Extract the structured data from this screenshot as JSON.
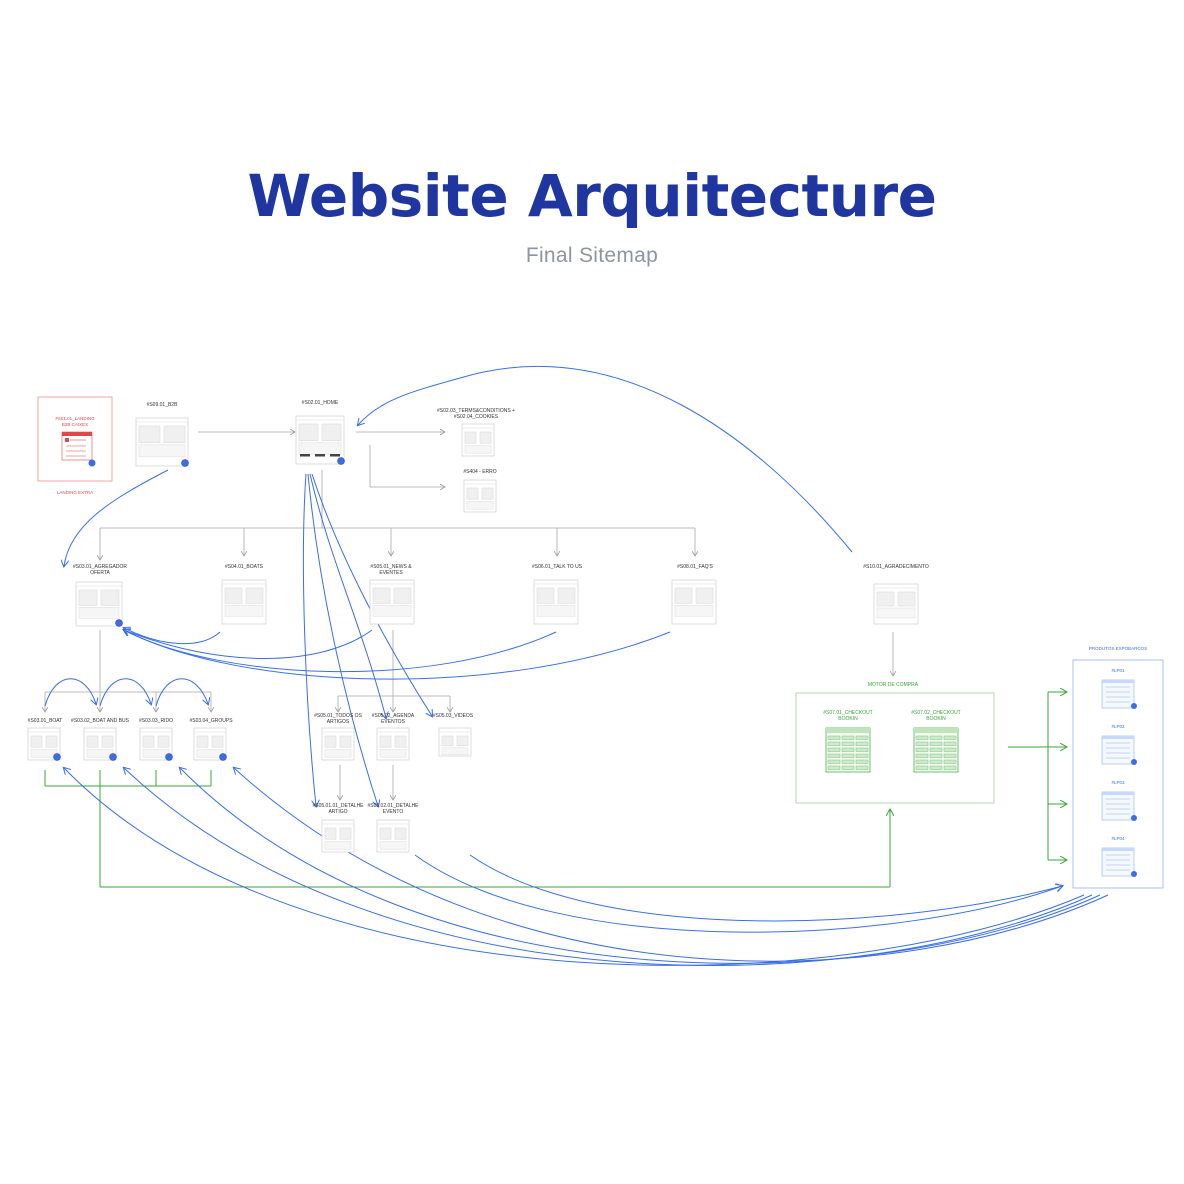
{
  "header": {
    "title": "Website Arquitecture",
    "subtitle": "Final Sitemap"
  },
  "colors": {
    "title": "#1f35a0",
    "subtitle": "#8e94a6",
    "flow_arrow": "#3a6ee8",
    "checkout": "#3aa53a",
    "landing": "#e0474c",
    "connector": "#9a9a9a"
  },
  "nodes": {
    "landing": {
      "label": "#S01.01_LANDING\nB2B CAIXES",
      "note": "LANDING EXTRA"
    },
    "b2b": {
      "label": "#S09.01_B2B"
    },
    "home": {
      "label": "#S02.01_HOME"
    },
    "terms": {
      "label": "#S02.03_TERMS&CONDITIONS +\n#S02.04_COOKIES"
    },
    "e404": {
      "label": "#S404 - ERRO"
    },
    "agregador": {
      "label": "#S03.01_AGREGADOR\nOFERTA"
    },
    "boats": {
      "label": "#S04.01_BOATS"
    },
    "news": {
      "label": "#S05.01_NEWS &\nEVENTES"
    },
    "talk": {
      "label": "#S06.01_TALK TO US"
    },
    "faqs": {
      "label": "#S08.01_FAQ'S"
    },
    "agradecimento": {
      "label": "#S10.01_AGRADECIMENTO"
    },
    "boat": {
      "label": "#S03.01_BOAT"
    },
    "boat_nid": {
      "label": "#S03.02_BOAT AND BUS"
    },
    "rido": {
      "label": "#S03.03_RIDO"
    },
    "groups": {
      "label": "#S03.04_GROUPS"
    },
    "todos": {
      "label": "#S05.01_TODOS OS\nARTIGOS"
    },
    "agenda": {
      "label": "#S05.02_AGENDA\nEVENTOS"
    },
    "videos": {
      "label": "#S05.03_VIDEOS"
    },
    "detalhe_artigo": {
      "label": "#S05.01.01_DETALHE\nARTIGO"
    },
    "detalhe_evento": {
      "label": "#S05.02.01_DETALHE\nEVENTO"
    },
    "motor": {
      "label": "MOTOR DE COMPRA"
    },
    "checkout1": {
      "label": "#S07.01_CHECKOUT\nBOOKIN"
    },
    "checkout2": {
      "label": "#S07.02_CHECKOUT\nBOOKIN"
    },
    "produtos": {
      "label": "PRODUTOS EXPOBARCOS"
    },
    "lp01": {
      "label": "#LP01"
    },
    "lp02": {
      "label": "#LP02"
    },
    "lp03": {
      "label": "#LP03"
    },
    "lp04": {
      "label": "#LP04"
    }
  }
}
